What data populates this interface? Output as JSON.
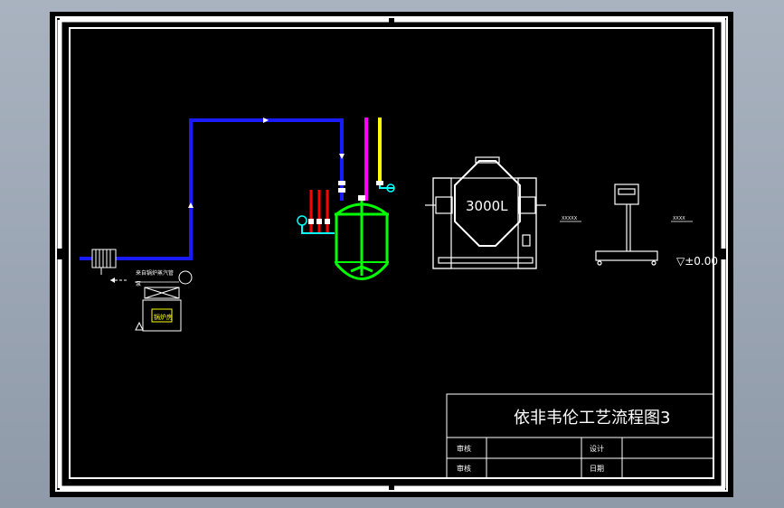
{
  "drawing": {
    "title": "依非韦伦工艺流程图3",
    "reactor_label": "3000L",
    "elevation_mark": "▽±0.00",
    "title_block": {
      "cells": [
        "审核",
        "设计",
        "审核",
        "日期"
      ]
    },
    "equipment_labels": {
      "boiler_label": "锅炉房",
      "steam_note": "来自锅炉蒸汽管",
      "pump_label": "泵",
      "tag_left": "XXXXX",
      "tag_right": "XXXX"
    }
  },
  "colors": {
    "background": "#000000",
    "frame": "#ffffff",
    "steam_line": "#1a1aff",
    "magenta_line": "#ff00ff",
    "yellow_line": "#ffff00",
    "red_line": "#ff0000",
    "cyan_line": "#00ffff",
    "reactor": "#00ff00"
  }
}
